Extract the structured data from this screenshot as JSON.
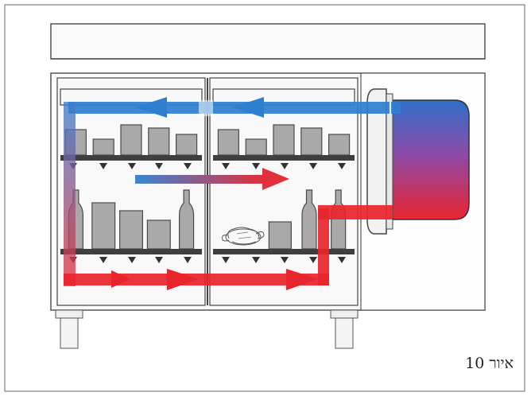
{
  "figure": {
    "caption": "איור 10"
  },
  "colors": {
    "frame": "#555555",
    "cabinet_fill": "#f7f7f7",
    "shelf": "#444444",
    "item_fill": "#a9a9a9",
    "item_stroke": "#4a4a4a",
    "cold": "#2f7fd0",
    "warm": "#e8242c"
  },
  "cabinet": {
    "compartments": [
      {
        "upper_shelf_items": [
          "box",
          "box",
          "box",
          "box",
          "box"
        ],
        "lower_shelf_items": [
          "bottle",
          "box",
          "box",
          "box",
          "bottle"
        ]
      },
      {
        "upper_shelf_items": [
          "box",
          "box",
          "box",
          "box",
          "box"
        ],
        "lower_shelf_items": [
          "chicken",
          "box",
          "bottle",
          "bottle"
        ]
      }
    ]
  },
  "airflow": {
    "top_return": "cold",
    "middle_flow": "cold-to-warm",
    "bottom_flow": "warm",
    "unit_gradient": "cold-to-warm"
  },
  "icons": {
    "shelf_vent": "triangle-down-icon",
    "flow_arrow": "arrow-icon",
    "food_item": "chicken-icon"
  }
}
